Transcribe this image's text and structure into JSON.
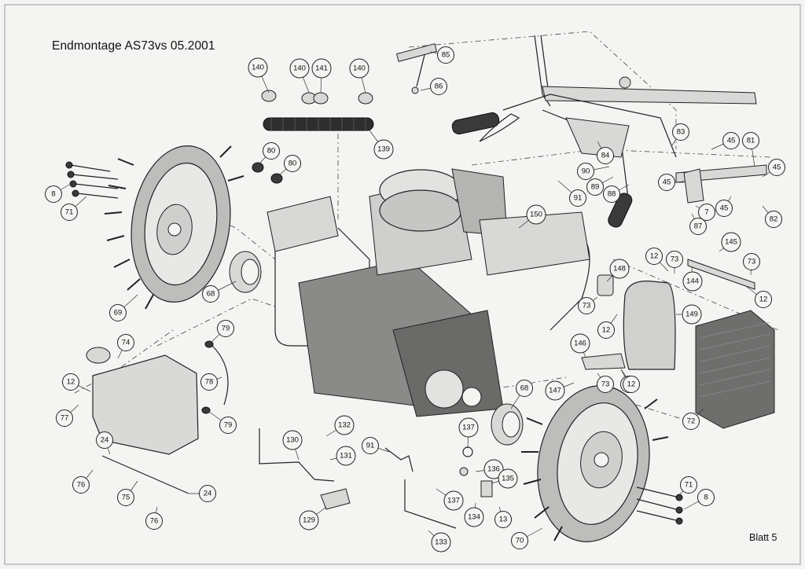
{
  "document": {
    "title": "Endmontage AS73vs 05.2001",
    "sheet_label": "Blatt 5"
  },
  "callouts": [
    {
      "id": "c140a",
      "label": "140"
    },
    {
      "id": "c140b",
      "label": "140"
    },
    {
      "id": "c141",
      "label": "141"
    },
    {
      "id": "c140c",
      "label": "140"
    },
    {
      "id": "c85",
      "label": "85"
    },
    {
      "id": "c86",
      "label": "86"
    },
    {
      "id": "c139",
      "label": "139"
    },
    {
      "id": "c80a",
      "label": "80"
    },
    {
      "id": "c80b",
      "label": "80"
    },
    {
      "id": "c8a",
      "label": "8"
    },
    {
      "id": "c71a",
      "label": "71"
    },
    {
      "id": "c83",
      "label": "83"
    },
    {
      "id": "c45a",
      "label": "45"
    },
    {
      "id": "c81",
      "label": "81"
    },
    {
      "id": "c45b",
      "label": "45"
    },
    {
      "id": "c84",
      "label": "84"
    },
    {
      "id": "c90",
      "label": "90"
    },
    {
      "id": "c89",
      "label": "89"
    },
    {
      "id": "c88",
      "label": "88"
    },
    {
      "id": "c91a",
      "label": "91"
    },
    {
      "id": "c45c",
      "label": "45"
    },
    {
      "id": "c7",
      "label": "7"
    },
    {
      "id": "c45d",
      "label": "45"
    },
    {
      "id": "c82",
      "label": "82"
    },
    {
      "id": "c87",
      "label": "87"
    },
    {
      "id": "c150",
      "label": "150"
    },
    {
      "id": "c145",
      "label": "145"
    },
    {
      "id": "c12a",
      "label": "12"
    },
    {
      "id": "c73a",
      "label": "73"
    },
    {
      "id": "c73b",
      "label": "73"
    },
    {
      "id": "c144",
      "label": "144"
    },
    {
      "id": "c12b",
      "label": "12"
    },
    {
      "id": "c69",
      "label": "69"
    },
    {
      "id": "c68a",
      "label": "68"
    },
    {
      "id": "c148",
      "label": "148"
    },
    {
      "id": "c73c",
      "label": "73"
    },
    {
      "id": "c12c",
      "label": "12"
    },
    {
      "id": "c149",
      "label": "149"
    },
    {
      "id": "c79a",
      "label": "79"
    },
    {
      "id": "c74",
      "label": "74"
    },
    {
      "id": "c146",
      "label": "146"
    },
    {
      "id": "c78",
      "label": "78"
    },
    {
      "id": "c12d",
      "label": "12"
    },
    {
      "id": "c79b",
      "label": "79"
    },
    {
      "id": "c12e",
      "label": "12"
    },
    {
      "id": "c73d",
      "label": "73"
    },
    {
      "id": "c147",
      "label": "147"
    },
    {
      "id": "c12f",
      "label": "12"
    },
    {
      "id": "c77",
      "label": "77"
    },
    {
      "id": "c68b",
      "label": "68"
    },
    {
      "id": "c72",
      "label": "72"
    },
    {
      "id": "c137a",
      "label": "137"
    },
    {
      "id": "c132",
      "label": "132"
    },
    {
      "id": "c130",
      "label": "130"
    },
    {
      "id": "c24a",
      "label": "24"
    },
    {
      "id": "c131",
      "label": "131"
    },
    {
      "id": "c91b",
      "label": "91"
    },
    {
      "id": "c136",
      "label": "136"
    },
    {
      "id": "c135",
      "label": "135"
    },
    {
      "id": "c76a",
      "label": "76"
    },
    {
      "id": "c137b",
      "label": "137"
    },
    {
      "id": "c134",
      "label": "134"
    },
    {
      "id": "c13",
      "label": "13"
    },
    {
      "id": "c71b",
      "label": "71"
    },
    {
      "id": "c75",
      "label": "75"
    },
    {
      "id": "c24b",
      "label": "24"
    },
    {
      "id": "c8b",
      "label": "8"
    },
    {
      "id": "c76b",
      "label": "76"
    },
    {
      "id": "c129",
      "label": "129"
    },
    {
      "id": "c133",
      "label": "133"
    },
    {
      "id": "c70",
      "label": "70"
    }
  ]
}
